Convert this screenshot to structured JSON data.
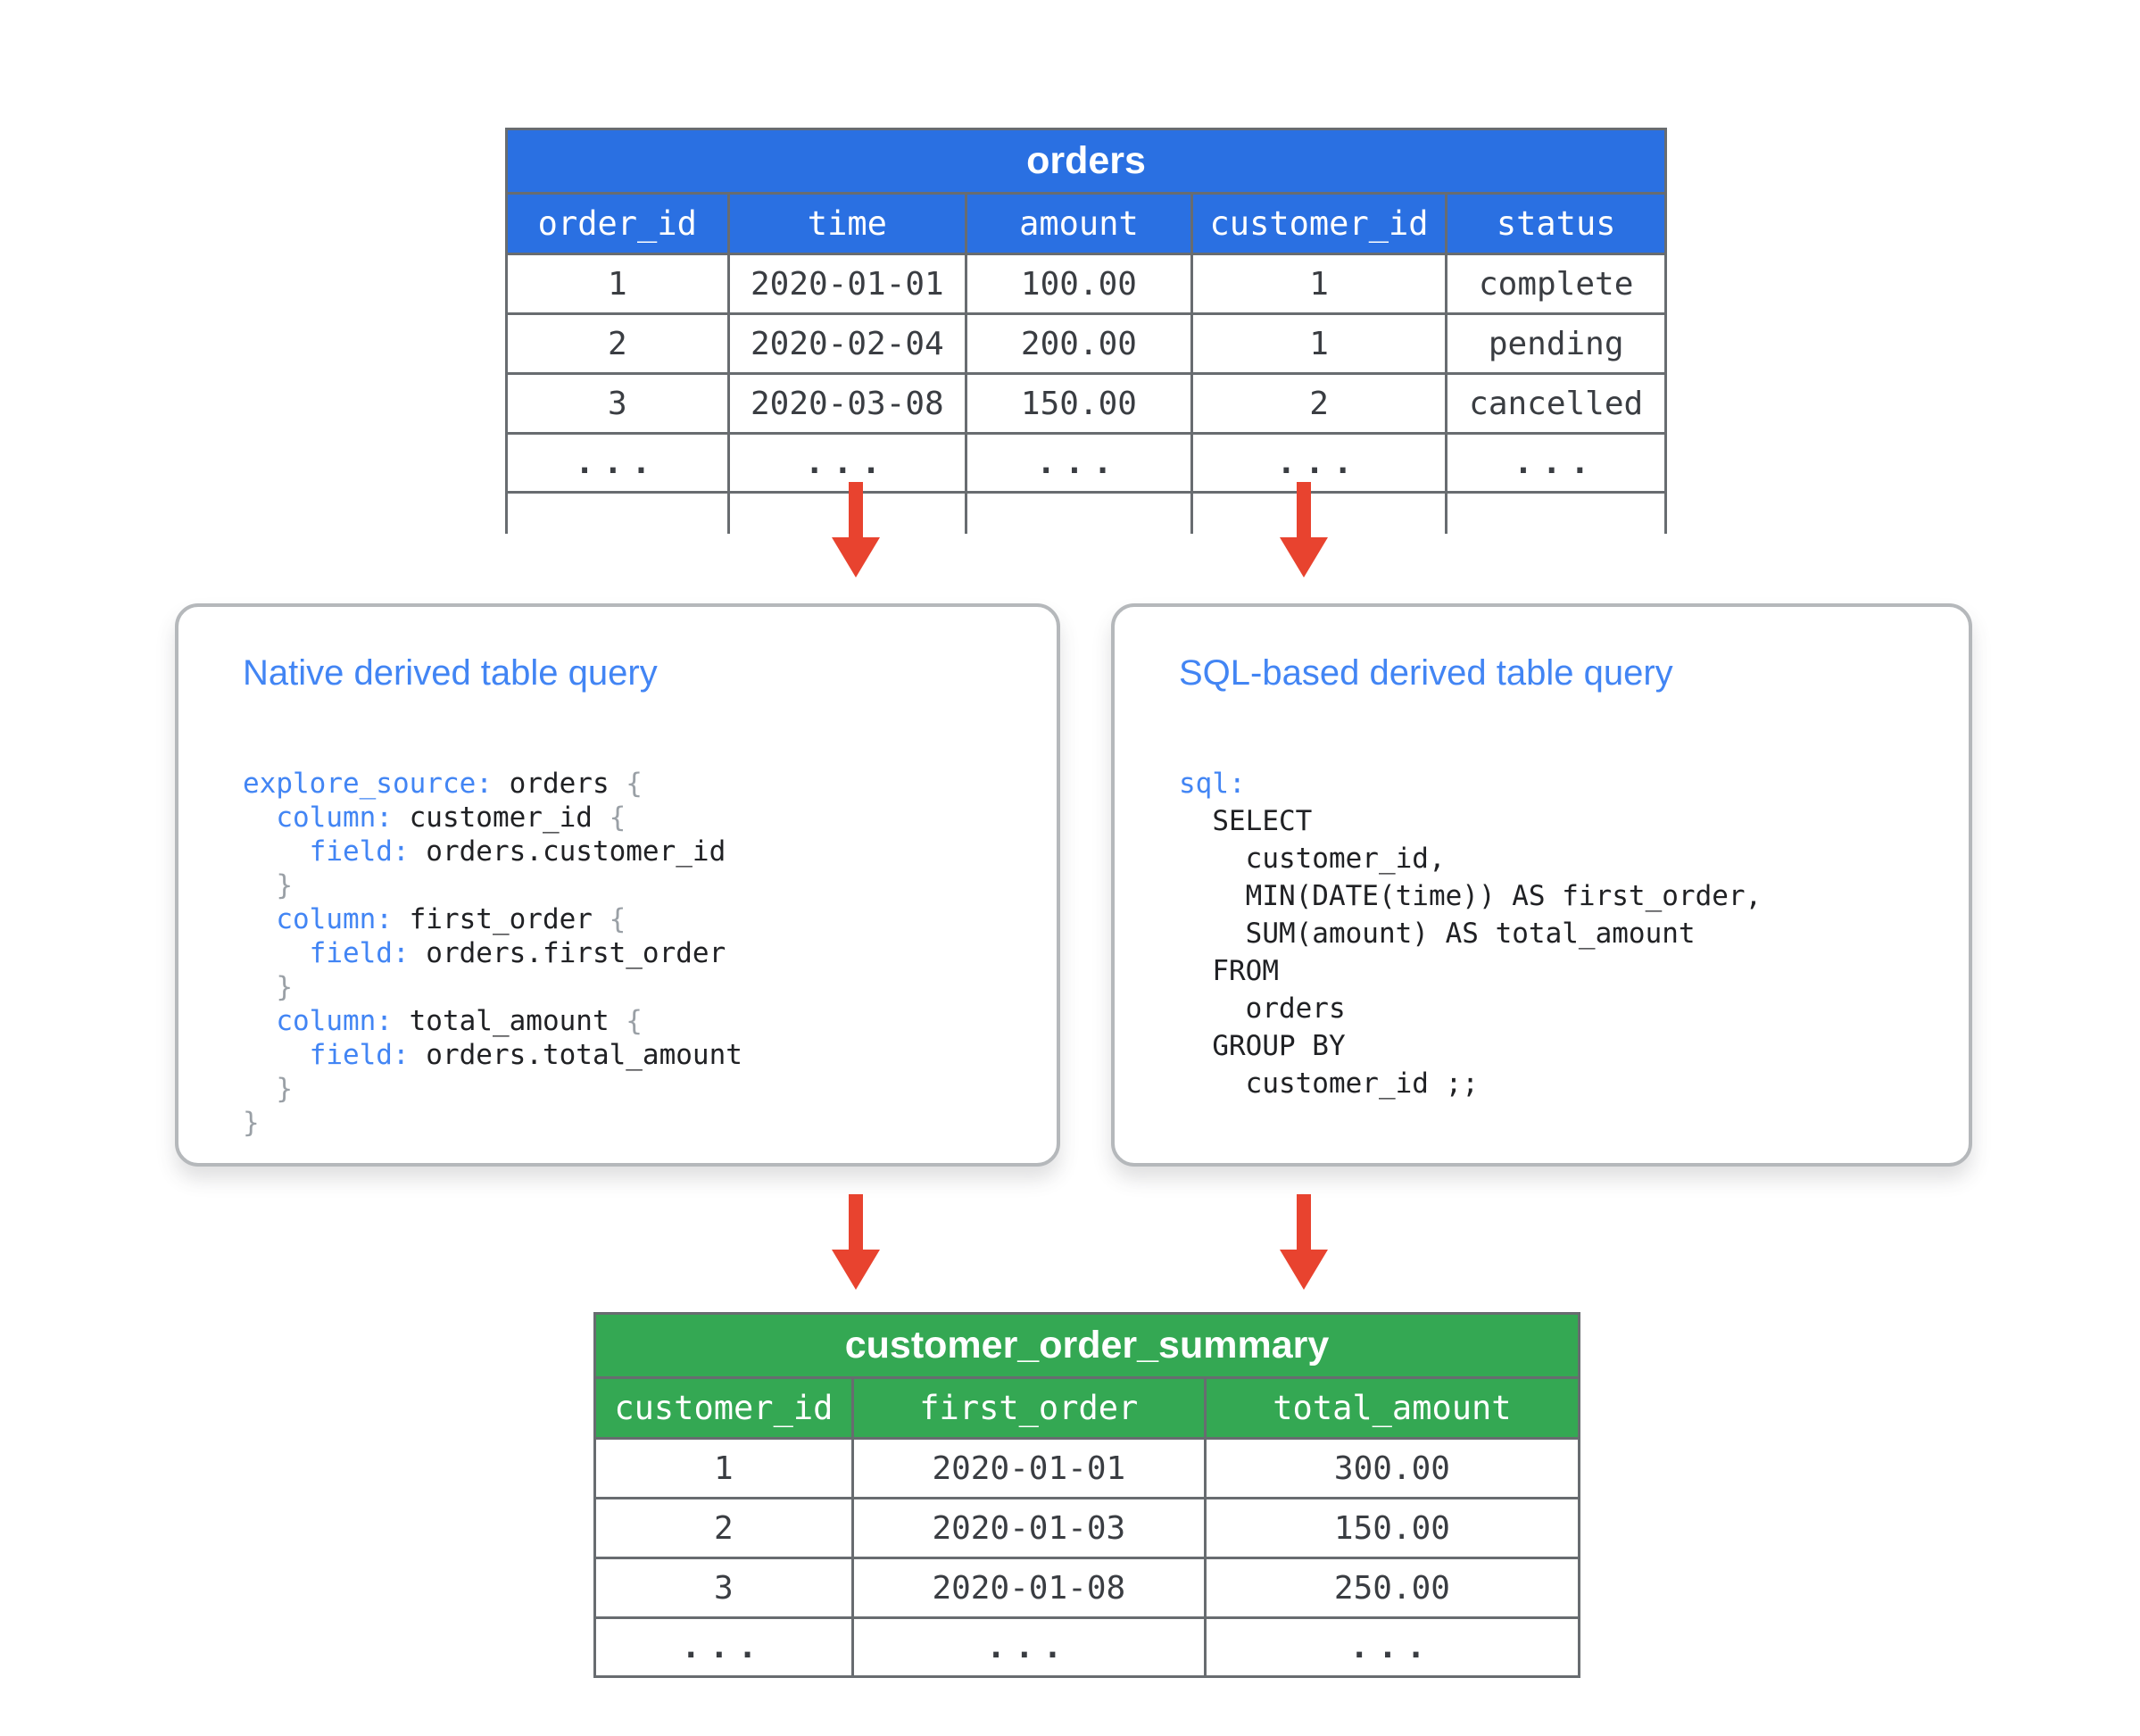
{
  "orders_table": {
    "title": "orders",
    "columns": [
      "order_id",
      "time",
      "amount",
      "customer_id",
      "status"
    ],
    "rows": [
      [
        "1",
        "2020-01-01",
        "100.00",
        "1",
        "complete"
      ],
      [
        "2",
        "2020-02-04",
        "200.00",
        "1",
        "pending"
      ],
      [
        "3",
        "2020-03-08",
        "150.00",
        "2",
        "cancelled"
      ],
      [
        "...",
        "...",
        "...",
        "...",
        "..."
      ]
    ]
  },
  "native_box": {
    "title": "Native derived table query",
    "code": [
      [
        [
          "k",
          "explore_source:"
        ],
        [
          "t",
          " orders "
        ],
        [
          "b",
          "{"
        ]
      ],
      [
        [
          "t",
          "  "
        ],
        [
          "k",
          "column:"
        ],
        [
          "t",
          " customer_id "
        ],
        [
          "b",
          "{"
        ]
      ],
      [
        [
          "t",
          "    "
        ],
        [
          "k",
          "field:"
        ],
        [
          "t",
          " orders.customer_id"
        ]
      ],
      [
        [
          "b",
          "  }"
        ]
      ],
      [
        [
          "t",
          "  "
        ],
        [
          "k",
          "column:"
        ],
        [
          "t",
          " first_order "
        ],
        [
          "b",
          "{"
        ]
      ],
      [
        [
          "t",
          "    "
        ],
        [
          "k",
          "field:"
        ],
        [
          "t",
          " orders.first_order"
        ]
      ],
      [
        [
          "b",
          "  }"
        ]
      ],
      [
        [
          "t",
          "  "
        ],
        [
          "k",
          "column:"
        ],
        [
          "t",
          " total_amount "
        ],
        [
          "b",
          "{"
        ]
      ],
      [
        [
          "t",
          "    "
        ],
        [
          "k",
          "field:"
        ],
        [
          "t",
          " orders.total_amount"
        ]
      ],
      [
        [
          "b",
          "  }"
        ]
      ],
      [
        [
          "b",
          "}"
        ]
      ]
    ]
  },
  "sql_box": {
    "title": "SQL-based derived table query",
    "code": [
      [
        [
          "k",
          "sql:"
        ]
      ],
      [
        [
          "t",
          "  SELECT"
        ]
      ],
      [
        [
          "t",
          "    customer_id,"
        ]
      ],
      [
        [
          "t",
          "    MIN(DATE(time)) AS first_order,"
        ]
      ],
      [
        [
          "t",
          "    SUM(amount) AS total_amount"
        ]
      ],
      [
        [
          "t",
          "  FROM"
        ]
      ],
      [
        [
          "t",
          "    orders"
        ]
      ],
      [
        [
          "t",
          "  GROUP BY"
        ]
      ],
      [
        [
          "t",
          "    customer_id ;;"
        ]
      ]
    ]
  },
  "summary_table": {
    "title": "customer_order_summary",
    "columns": [
      "customer_id",
      "first_order",
      "total_amount"
    ],
    "rows": [
      [
        "1",
        "2020-01-01",
        "300.00"
      ],
      [
        "2",
        "2020-01-03",
        "150.00"
      ],
      [
        "3",
        "2020-01-08",
        "250.00"
      ],
      [
        "...",
        "...",
        "..."
      ]
    ]
  },
  "colors": {
    "header_blue": "#2a70e2",
    "header_green": "#34a853",
    "arrow_red": "#e8432f",
    "keyword_blue": "#4285f4",
    "box_title_blue": "#4285f4",
    "brace_gray": "#9aa0a6",
    "border_gray": "#686c70",
    "code_text": "#202124",
    "cell_text": "#3a3d42"
  }
}
